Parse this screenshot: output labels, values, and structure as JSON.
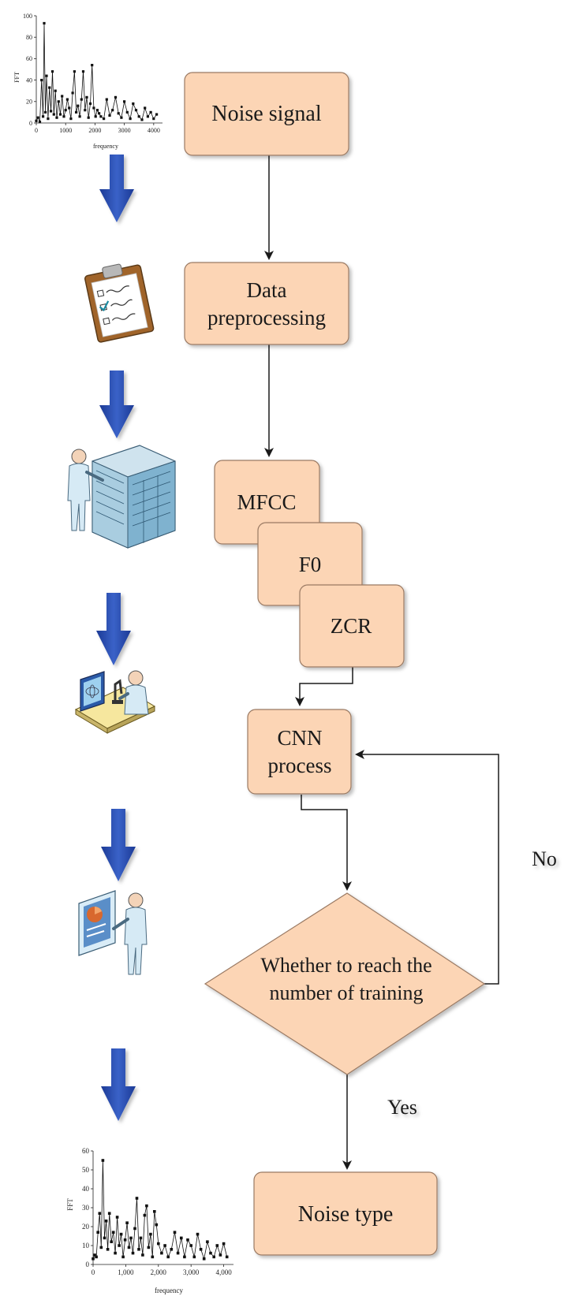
{
  "flow": {
    "noise_signal": "Noise signal",
    "data_preprocessing_1": "Data",
    "data_preprocessing_2": "preprocessing",
    "mfcc": "MFCC",
    "f0": "F0",
    "zcr": "ZCR",
    "cnn_1": "CNN",
    "cnn_2": "process",
    "decision_1": "Whether to reach the",
    "decision_2": "number of training",
    "noise_type": "Noise type",
    "yes_label": "Yes",
    "no_label": "No"
  },
  "colors": {
    "box_fill": "#fcd5b5",
    "box_stroke": "#9a7a64",
    "arrow_blue": "#2848a8"
  },
  "chart_data": [
    {
      "type": "line",
      "xlabel": "frequency",
      "ylabel": "FFT",
      "xlim": [
        0,
        4300
      ],
      "ylim": [
        0,
        100
      ],
      "x_ticks": [
        "0",
        "1000",
        "2000",
        "3000",
        "4000"
      ],
      "y_ticks": [
        "0",
        "20",
        "40",
        "60",
        "80",
        "100"
      ],
      "series": [
        {
          "x": [
            0,
            60,
            120,
            180,
            230,
            270,
            310,
            350,
            400,
            450,
            500,
            550,
            600,
            650,
            700,
            760,
            820,
            880,
            940,
            1000,
            1060,
            1120,
            1180,
            1240,
            1300,
            1360,
            1420,
            1480,
            1540,
            1600,
            1660,
            1720,
            1780,
            1840,
            1900,
            1960,
            2020,
            2080,
            2140,
            2200,
            2300,
            2400,
            2500,
            2600,
            2700,
            2800,
            2900,
            3000,
            3100,
            3200,
            3300,
            3400,
            3500,
            3600,
            3700,
            3800,
            3900,
            4000,
            4100
          ],
          "y": [
            2,
            5,
            1,
            40,
            6,
            93,
            10,
            44,
            4,
            33,
            11,
            48,
            8,
            30,
            5,
            20,
            8,
            25,
            6,
            12,
            22,
            14,
            4,
            28,
            48,
            10,
            16,
            6,
            22,
            48,
            12,
            24,
            5,
            18,
            54,
            14,
            6,
            12,
            9,
            6,
            4,
            22,
            7,
            12,
            24,
            9,
            5,
            20,
            10,
            4,
            18,
            12,
            6,
            3,
            14,
            6,
            10,
            4,
            8
          ]
        }
      ]
    },
    {
      "type": "line",
      "xlabel": "frequency",
      "ylabel": "FFT",
      "xlim": [
        0,
        4300
      ],
      "ylim": [
        0,
        60
      ],
      "x_ticks": [
        "0",
        "1,000",
        "2,000",
        "3,000",
        "4,000"
      ],
      "y_ticks": [
        "0",
        "10",
        "20",
        "30",
        "40",
        "50",
        "60"
      ],
      "series": [
        {
          "x": [
            0,
            50,
            100,
            150,
            200,
            250,
            300,
            350,
            400,
            450,
            500,
            560,
            620,
            680,
            740,
            800,
            860,
            920,
            980,
            1040,
            1100,
            1160,
            1220,
            1280,
            1340,
            1400,
            1460,
            1520,
            1580,
            1640,
            1700,
            1760,
            1820,
            1880,
            1940,
            2000,
            2100,
            2200,
            2300,
            2400,
            2500,
            2600,
            2700,
            2800,
            2900,
            3000,
            3100,
            3200,
            3300,
            3400,
            3500,
            3600,
            3700,
            3800,
            3900,
            4000,
            4100
          ],
          "y": [
            3,
            5,
            4,
            17,
            27,
            9,
            55,
            14,
            23,
            8,
            27,
            12,
            17,
            6,
            25,
            10,
            16,
            4,
            13,
            22,
            9,
            14,
            6,
            19,
            35,
            8,
            14,
            5,
            26,
            31,
            9,
            16,
            4,
            28,
            21,
            11,
            6,
            10,
            4,
            8,
            17,
            6,
            14,
            4,
            13,
            10,
            4,
            16,
            8,
            3,
            12,
            6,
            4,
            10,
            5,
            11,
            4
          ]
        }
      ]
    }
  ]
}
